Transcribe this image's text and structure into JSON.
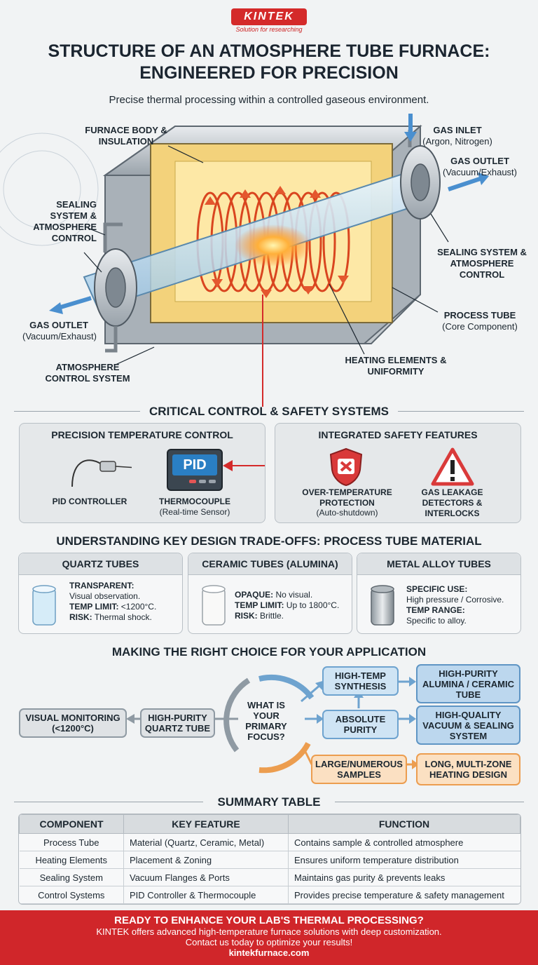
{
  "brand": {
    "logo": "KINTEK",
    "tagline": "Solution for researching"
  },
  "title": "STRUCTURE OF AN ATMOSPHERE TUBE FURNACE: ENGINEERED FOR PRECISION",
  "subtitle": "Precise thermal processing within a controlled gaseous environment.",
  "diagram": {
    "furnace_body": "FURNACE BODY & INSULATION",
    "gas_inlet": "GAS INLET",
    "gas_inlet_sub": "(Argon, Nitrogen)",
    "gas_outlet_right": "GAS OUTLET",
    "gas_outlet_right_sub": "(Vacuum/Exhaust)",
    "sealing_left": "SEALING SYSTEM & ATMOSPHERE CONTROL",
    "sealing_right": "SEALING SYSTEM & ATMOSPHERE CONTROL",
    "process_tube": "PROCESS TUBE",
    "process_tube_sub": "(Core Component)",
    "gas_outlet_left": "GAS OUTLET",
    "gas_outlet_left_sub": "(Vacuum/Exhaust)",
    "atmosphere_control": "ATMOSPHERE CONTROL SYSTEM",
    "heating_elements": "HEATING ELEMENTS & UNIFORMITY"
  },
  "control_section": {
    "heading": "CRITICAL CONTROL & SAFETY SYSTEMS",
    "temp_panel": {
      "title": "PRECISION TEMPERATURE CONTROL",
      "pid_display": "PID",
      "pid_label": "PID CONTROLLER",
      "thermocouple": "THERMOCOUPLE",
      "thermocouple_sub": "(Real-time Sensor)"
    },
    "safety_panel": {
      "title": "INTEGRATED SAFETY FEATURES",
      "over_temp": "OVER-TEMPERATURE PROTECTION",
      "over_temp_sub": "(Auto-shutdown)",
      "gas_leak": "GAS LEAKAGE DETECTORS & INTERLOCKS"
    }
  },
  "tradeoffs": {
    "heading": "UNDERSTANDING KEY DESIGN TRADE-OFFS: PROCESS TUBE MATERIAL",
    "cards": [
      {
        "title": "QUARTZ TUBES",
        "lines": [
          {
            "k": "TRANSPARENT:",
            "v": ""
          },
          {
            "k": "",
            "v": "Visual observation."
          },
          {
            "k": "TEMP LIMIT:",
            "v": " <1200°C."
          },
          {
            "k": "RISK:",
            "v": " Thermal shock."
          }
        ]
      },
      {
        "title": "CERAMIC TUBES (ALUMINA)",
        "lines": [
          {
            "k": "OPAQUE:",
            "v": " No visual."
          },
          {
            "k": "TEMP LIMIT:",
            "v": " Up to 1800°C."
          },
          {
            "k": "RISK:",
            "v": " Brittle."
          }
        ]
      },
      {
        "title": "METAL ALLOY TUBES",
        "lines": [
          {
            "k": "SPECIFIC USE:",
            "v": ""
          },
          {
            "k": "",
            "v": "High pressure / Corrosive."
          },
          {
            "k": "TEMP RANGE:",
            "v": ""
          },
          {
            "k": "",
            "v": "Specific to alloy."
          }
        ]
      }
    ]
  },
  "choice": {
    "heading": "MAKING THE RIGHT CHOICE FOR YOUR APPLICATION",
    "center": "WHAT IS YOUR PRIMARY FOCUS?",
    "visual_monitoring": "VISUAL MONITORING (<1200°C)",
    "quartz": "HIGH-PURITY QUARTZ TUBE",
    "high_temp": "HIGH-TEMP SYNTHESIS",
    "alumina": "HIGH-PURITY ALUMINA / CERAMIC TUBE",
    "purity": "ABSOLUTE PURITY",
    "vacuum": "HIGH-QUALITY VACUUM & SEALING SYSTEM",
    "samples": "LARGE/NUMEROUS SAMPLES",
    "multizone": "LONG, MULTI-ZONE HEATING DESIGN"
  },
  "summary": {
    "heading": "SUMMARY TABLE",
    "columns": [
      "COMPONENT",
      "KEY FEATURE",
      "FUNCTION"
    ],
    "rows": [
      [
        "Process Tube",
        "Material (Quartz, Ceramic, Metal)",
        "Contains sample & controlled atmosphere"
      ],
      [
        "Heating Elements",
        "Placement & Zoning",
        "Ensures uniform temperature distribution"
      ],
      [
        "Sealing System",
        "Vacuum Flanges & Ports",
        "Maintains gas purity & prevents leaks"
      ],
      [
        "Control Systems",
        "PID Controller & Thermocouple",
        "Provides precise temperature & safety management"
      ]
    ]
  },
  "footer": {
    "headline": "READY TO ENHANCE YOUR LAB'S THERMAL PROCESSING?",
    "line1": "KINTEK offers advanced high-temperature furnace solutions with deep customization.",
    "line2": "Contact us today to optimize your results!",
    "url": "kintekfurnace.com"
  }
}
